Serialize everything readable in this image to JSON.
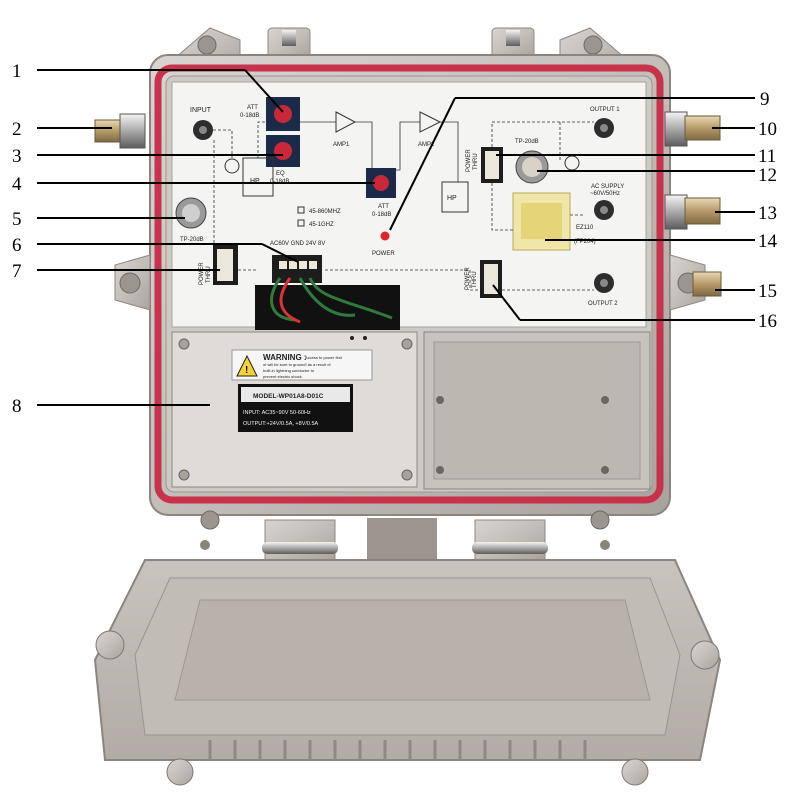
{
  "callouts": {
    "n1": "1",
    "n2": "2",
    "n3": "3",
    "n4": "4",
    "n5": "5",
    "n6": "6",
    "n7": "7",
    "n8": "8",
    "n9": "9",
    "n10": "10",
    "n11": "11",
    "n12": "12",
    "n13": "13",
    "n14": "14",
    "n15": "15",
    "n16": "16"
  },
  "board": {
    "input": "INPUT",
    "att1_line1": "ATT",
    "att1_line2": "0-18dB",
    "eq_line1": "EQ",
    "eq_line2": "0-18dB",
    "amp1": "AMP1",
    "amp2": "AMP2",
    "att2_line1": "ATT",
    "att2_line2": "0-18dB",
    "hp_left": "HP",
    "hp_right": "HP",
    "tp_left": "TP-20dB",
    "tp_right": "TP-20dB",
    "band1": "45-860MHZ",
    "band2": "45-1GHZ",
    "power_led": "POWER",
    "connector_label": "AC60V GND 24V 8V",
    "power_thru_line1": "POWER",
    "power_thru_line2": "THRU",
    "output1": "OUTPUT 1",
    "output2": "OUTPUT 2",
    "ac_supply_line1": "AC SUPPLY",
    "ac_supply_line2": "~60V/50Hz",
    "module_line1": "EZ110",
    "module_line2": "(FP204)"
  },
  "psu": {
    "warning_title": "WARNING :",
    "warning_line1": "Access to power first",
    "warning_line2": "of will be sure to ground! as a result of",
    "warning_line3": "built-in lightning conductor to",
    "warning_line4": "prevent electric shock.",
    "model": "MODEL-WP01A8-D01C",
    "input_line": "INPUT: AC35~90V    50-60Hz",
    "output_line": "OUTPUT:+24V/0.5A,    +8V/0.5A"
  }
}
